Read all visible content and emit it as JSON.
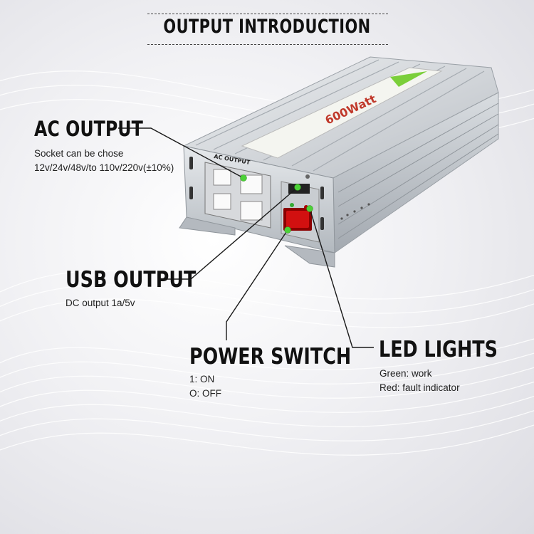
{
  "header": {
    "title": "OUTPUT INTRODUCTION"
  },
  "device": {
    "ac_panel_label": "AC OUTPUT",
    "model_label": "600Watt"
  },
  "callouts": {
    "ac_output": {
      "title": "AC OUTPUT",
      "line1": "Socket can be chose",
      "line2": "12v/24v/48v/to 110v/220v(±10%)"
    },
    "usb_output": {
      "title": "USB OUTPUT",
      "line1": "DC output 1a/5v"
    },
    "power_switch": {
      "title": "POWER SWITCH",
      "line1": "1: ON",
      "line2": "O: OFF"
    },
    "led_lights": {
      "title": "LED LIGHTS",
      "line1": "Green: work",
      "line2": "Red: fault indicator"
    }
  },
  "colors": {
    "marker_green": "#4cd137",
    "switch_red": "#d21010",
    "text": "#111111"
  }
}
